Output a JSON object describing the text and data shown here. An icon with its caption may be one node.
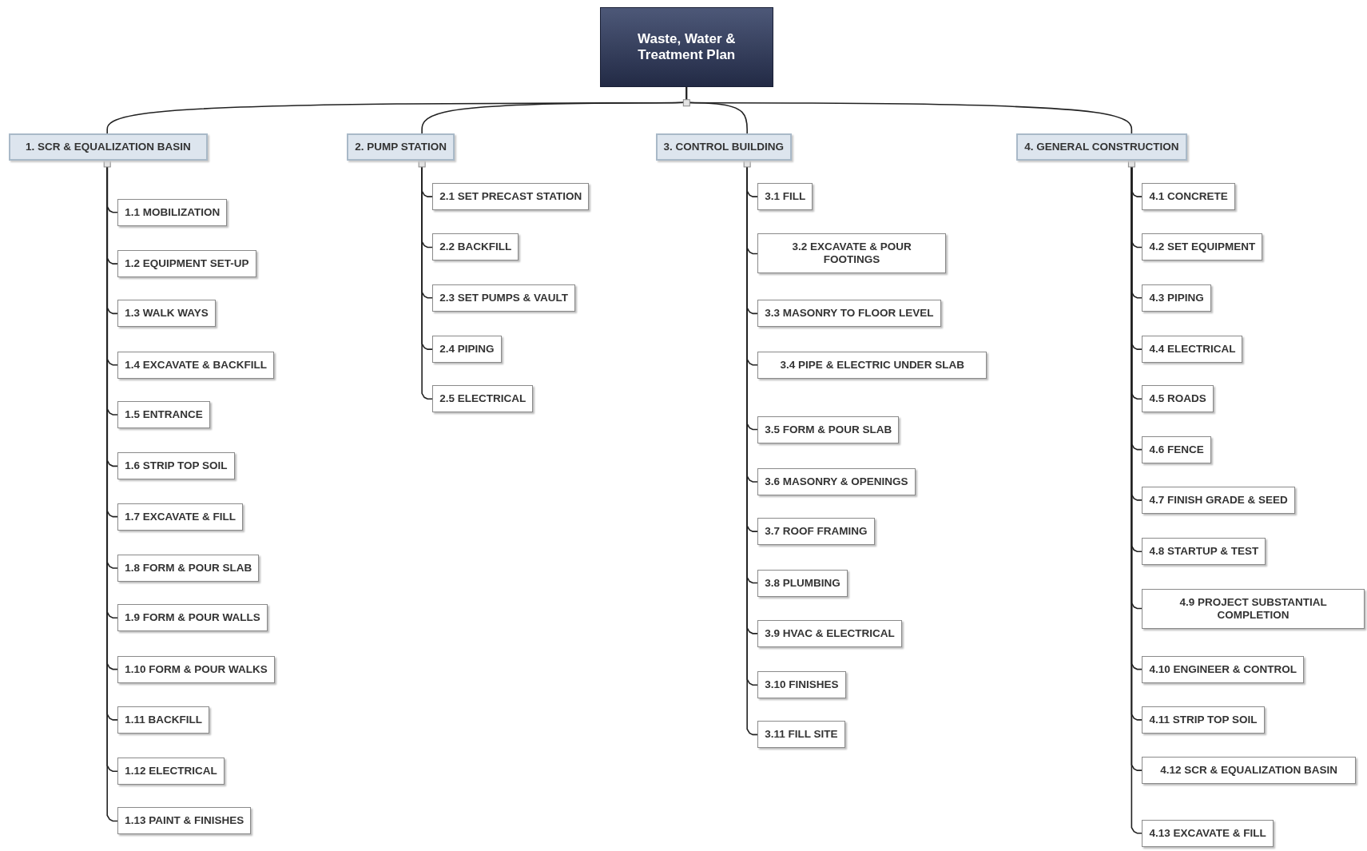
{
  "diagram": {
    "nodes": [
      {
        "text": [
          "Waste, Water & Treatment Plan"
        ]
      },
      {
        "text": [
          "1. SCR & EQUALIZATION BASIN"
        ]
      },
      {
        "text": [
          "1.1 MOBILIZATION"
        ]
      },
      {
        "text": [
          "1.2 EQUIPMENT SET-UP"
        ]
      },
      {
        "text": [
          "1.3 WALK WAYS"
        ]
      },
      {
        "text": [
          "1.4 EXCAVATE & BACKFILL"
        ]
      },
      {
        "text": [
          "1.5 ENTRANCE"
        ]
      },
      {
        "text": [
          "1.6 STRIP TOP SOIL"
        ]
      },
      {
        "text": [
          "1.7 EXCAVATE & FILL"
        ]
      },
      {
        "text": [
          "1.8 FORM & POUR SLAB"
        ]
      },
      {
        "text": [
          "1.9 FORM & POUR WALLS"
        ]
      },
      {
        "text": [
          "1.10 FORM & POUR WALKS"
        ]
      },
      {
        "text": [
          "1.11 BACKFILL"
        ]
      },
      {
        "text": [
          "1.12 ELECTRICAL"
        ]
      },
      {
        "text": [
          "1.13 PAINT & FINISHES"
        ]
      },
      {
        "text": [
          "2. PUMP STATION"
        ]
      },
      {
        "text": [
          "2.1 SET PRECAST STATION"
        ]
      },
      {
        "text": [
          "2.2 BACKFILL"
        ]
      },
      {
        "text": [
          "2.3 SET PUMPS & VAULT"
        ]
      },
      {
        "text": [
          "2.4 PIPING"
        ]
      },
      {
        "text": [
          "2.5 ELECTRICAL"
        ]
      },
      {
        "text": [
          "3. CONTROL BUILDING"
        ]
      },
      {
        "text": [
          "3.1 FILL"
        ]
      },
      {
        "text": [
          "3.2 EXCAVATE & POUR FOOTINGS"
        ]
      },
      {
        "text": [
          "3.3 MASONRY TO FLOOR LEVEL"
        ]
      },
      {
        "text": [
          "3.4 PIPE & ELECTRIC UNDER SLAB"
        ]
      },
      {
        "text": [
          "3.5 FORM & POUR SLAB"
        ]
      },
      {
        "text": [
          "3.6 MASONRY & OPENINGS"
        ]
      },
      {
        "text": [
          "3.7 ROOF FRAMING"
        ]
      },
      {
        "text": [
          "3.8 PLUMBING"
        ]
      },
      {
        "text": [
          "3.9 HVAC & ELECTRICAL"
        ]
      },
      {
        "text": [
          "3.10 FINISHES"
        ]
      },
      {
        "text": [
          "3.11 FILL SITE"
        ]
      },
      {
        "text": [
          "4. GENERAL CONSTRUCTION"
        ]
      },
      {
        "text": [
          "4.1 CONCRETE"
        ]
      },
      {
        "text": [
          "4.2 SET EQUIPMENT"
        ]
      },
      {
        "text": [
          "4.3 PIPING"
        ]
      },
      {
        "text": [
          "4.4 ELECTRICAL"
        ]
      },
      {
        "text": [
          "4.5 ROADS"
        ]
      },
      {
        "text": [
          "4.6 FENCE"
        ]
      },
      {
        "text": [
          "4.7 FINISH GRADE & SEED"
        ]
      },
      {
        "text": [
          "4.8 STARTUP & TEST"
        ]
      },
      {
        "text": [
          "4.9 PROJECT SUBSTANTIAL COMPLETION"
        ]
      },
      {
        "text": [
          "4.10 ENGINEER & CONTROL"
        ]
      },
      {
        "text": [
          "4.11 STRIP TOP SOIL"
        ]
      },
      {
        "text": [
          "4.12 SCR & EQUALIZATION BASIN"
        ]
      },
      {
        "text": [
          "4.13 EXCAVATE & FILL"
        ]
      }
    ],
    "edges": [
      {
        "from": 0,
        "to": 1,
        "arrow": "none"
      },
      {
        "from": 0,
        "to": 15,
        "arrow": "none"
      },
      {
        "from": 0,
        "to": 21,
        "arrow": "none"
      },
      {
        "from": 0,
        "to": 33,
        "arrow": "none"
      },
      {
        "from": 1,
        "to": 2,
        "arrow": "none"
      },
      {
        "from": 1,
        "to": 3,
        "arrow": "none"
      },
      {
        "from": 1,
        "to": 4,
        "arrow": "none"
      },
      {
        "from": 1,
        "to": 5,
        "arrow": "none"
      },
      {
        "from": 1,
        "to": 6,
        "arrow": "none"
      },
      {
        "from": 1,
        "to": 7,
        "arrow": "none"
      },
      {
        "from": 1,
        "to": 8,
        "arrow": "none"
      },
      {
        "from": 1,
        "to": 9,
        "arrow": "none"
      },
      {
        "from": 1,
        "to": 10,
        "arrow": "none"
      },
      {
        "from": 1,
        "to": 11,
        "arrow": "none"
      },
      {
        "from": 1,
        "to": 12,
        "arrow": "none"
      },
      {
        "from": 1,
        "to": 13,
        "arrow": "none"
      },
      {
        "from": 1,
        "to": 14,
        "arrow": "none"
      },
      {
        "from": 15,
        "to": 16,
        "arrow": "none"
      },
      {
        "from": 15,
        "to": 17,
        "arrow": "none"
      },
      {
        "from": 15,
        "to": 18,
        "arrow": "none"
      },
      {
        "from": 15,
        "to": 19,
        "arrow": "none"
      },
      {
        "from": 15,
        "to": 20,
        "arrow": "none"
      },
      {
        "from": 21,
        "to": 22,
        "arrow": "none"
      },
      {
        "from": 21,
        "to": 23,
        "arrow": "none"
      },
      {
        "from": 21,
        "to": 24,
        "arrow": "none"
      },
      {
        "from": 21,
        "to": 25,
        "arrow": "none"
      },
      {
        "from": 21,
        "to": 26,
        "arrow": "none"
      },
      {
        "from": 21,
        "to": 27,
        "arrow": "none"
      },
      {
        "from": 21,
        "to": 28,
        "arrow": "none"
      },
      {
        "from": 21,
        "to": 29,
        "arrow": "none"
      },
      {
        "from": 21,
        "to": 30,
        "arrow": "none"
      },
      {
        "from": 21,
        "to": 31,
        "arrow": "none"
      },
      {
        "from": 21,
        "to": 32,
        "arrow": "none"
      },
      {
        "from": 33,
        "to": 34,
        "arrow": "none"
      },
      {
        "from": 33,
        "to": 35,
        "arrow": "none"
      },
      {
        "from": 33,
        "to": 36,
        "arrow": "none"
      },
      {
        "from": 33,
        "to": 37,
        "arrow": "none"
      },
      {
        "from": 33,
        "to": 38,
        "arrow": "none"
      },
      {
        "from": 33,
        "to": 39,
        "arrow": "none"
      },
      {
        "from": 33,
        "to": 40,
        "arrow": "none"
      },
      {
        "from": 33,
        "to": 41,
        "arrow": "none"
      },
      {
        "from": 33,
        "to": 42,
        "arrow": "none"
      },
      {
        "from": 33,
        "to": 43,
        "arrow": "none"
      },
      {
        "from": 33,
        "to": 44,
        "arrow": "none"
      },
      {
        "from": 33,
        "to": 45,
        "arrow": "none"
      },
      {
        "from": 33,
        "to": 46,
        "arrow": "none"
      }
    ]
  }
}
